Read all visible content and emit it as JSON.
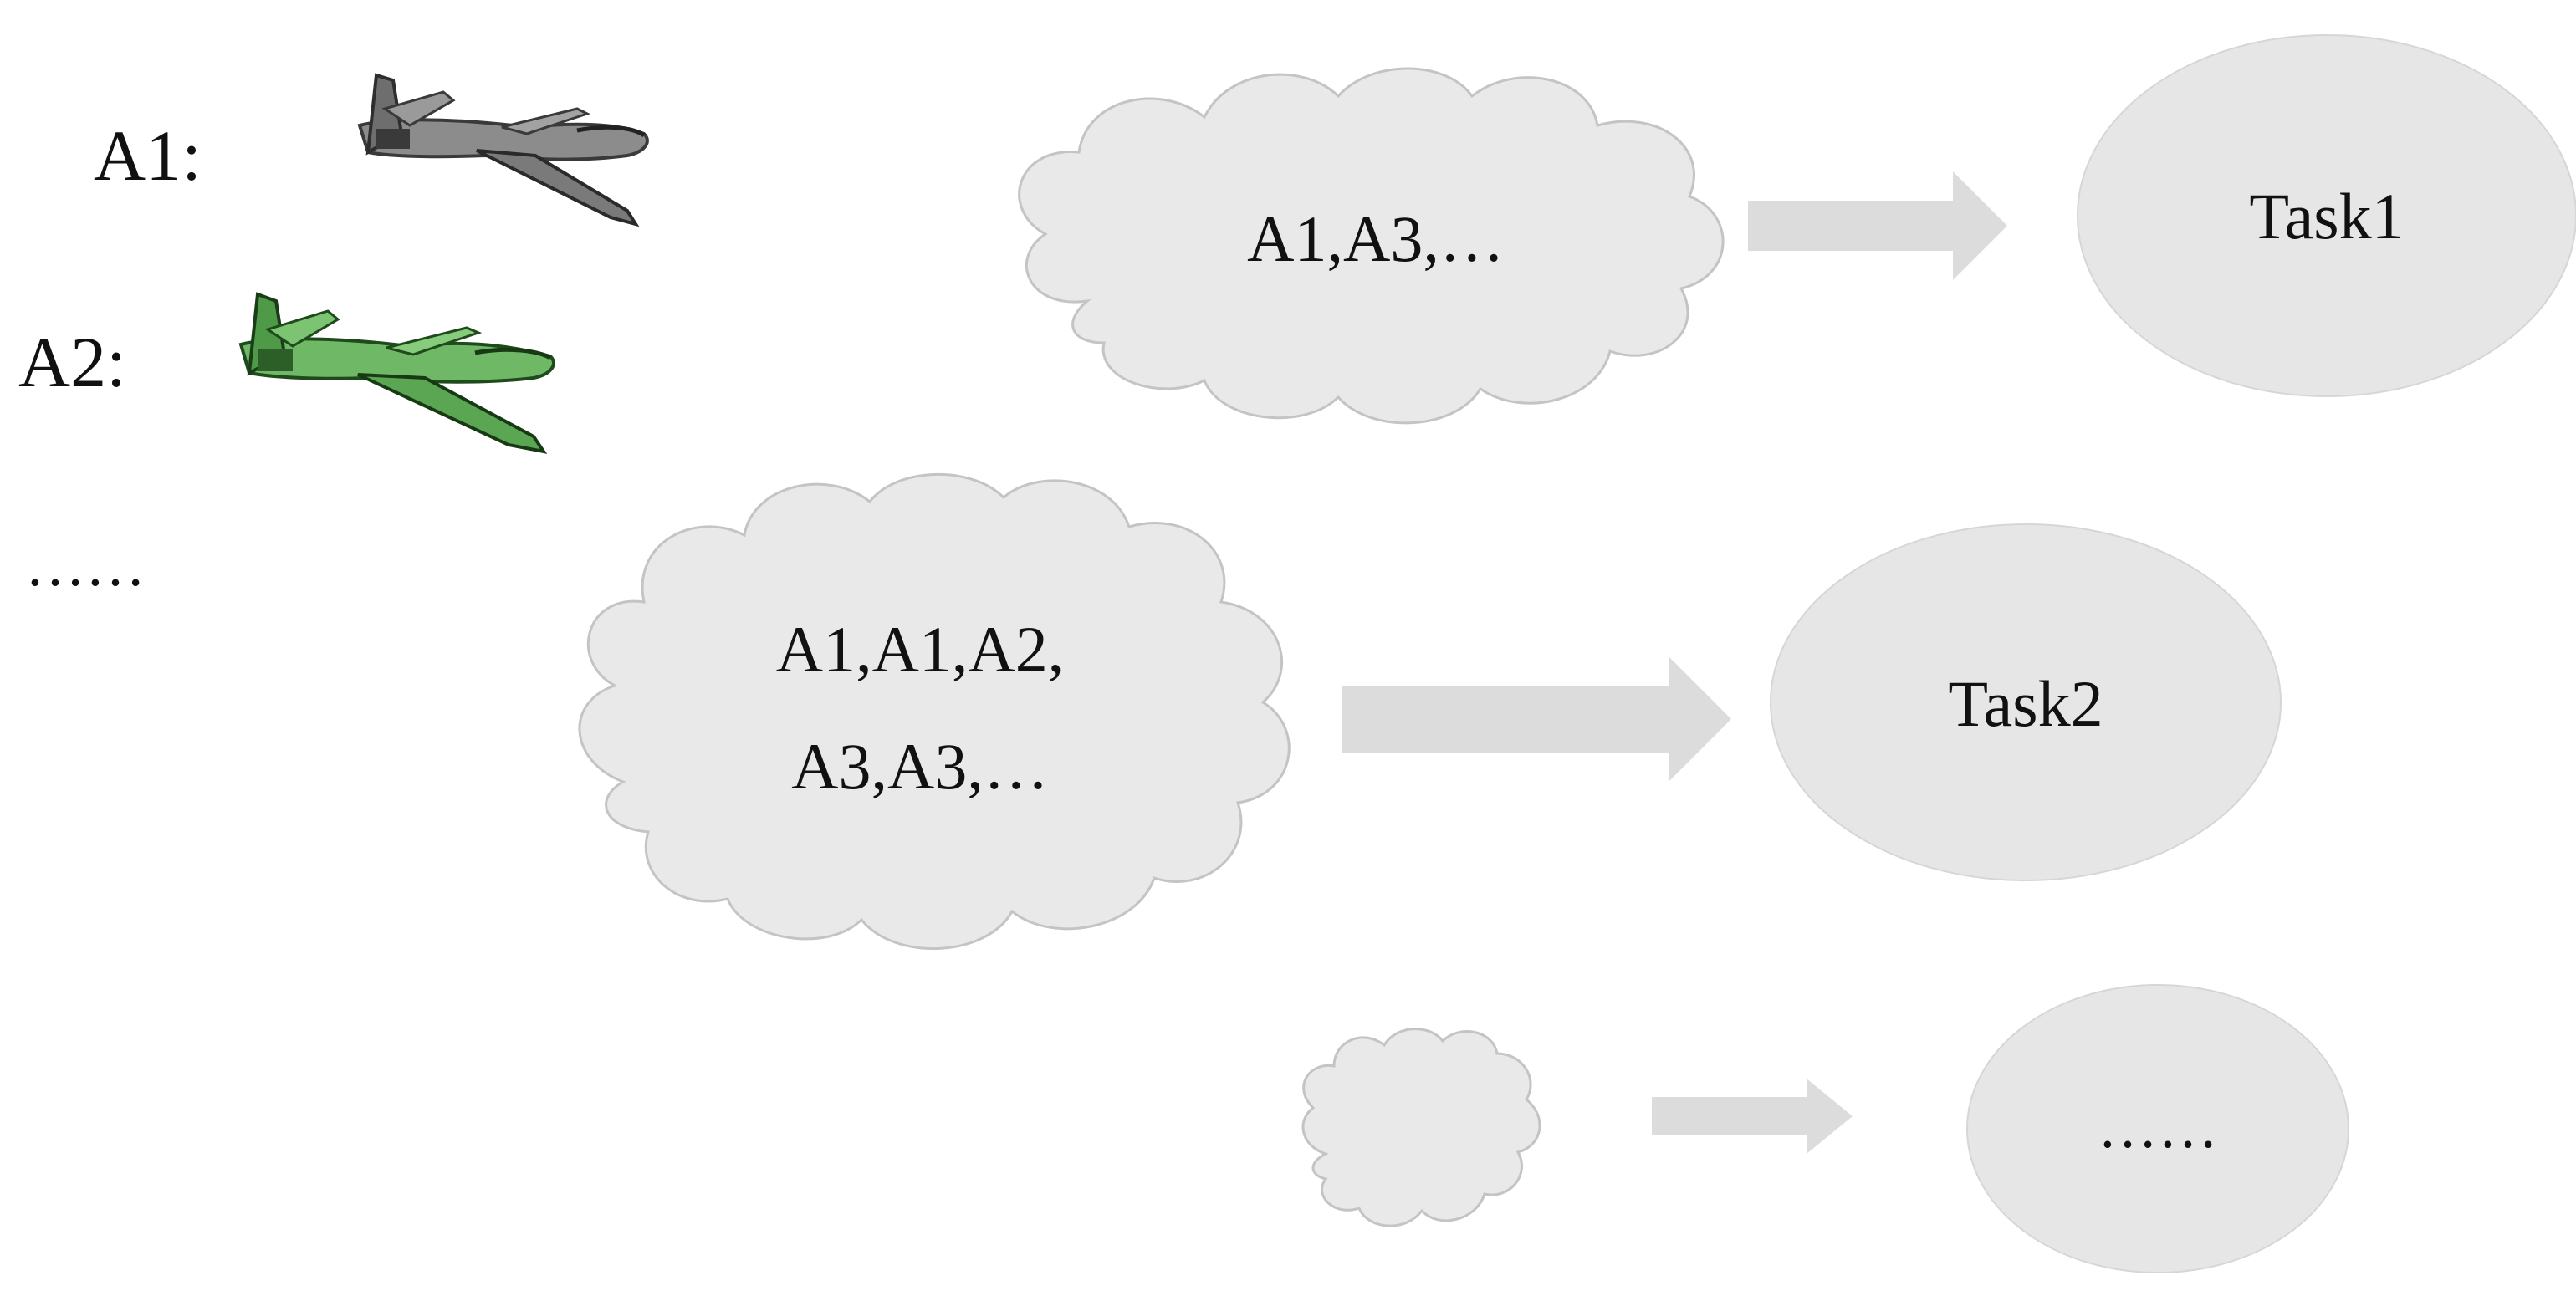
{
  "legend": {
    "agents": [
      {
        "label": "A1:",
        "icon": "uav-gray-icon",
        "color": "#8a8a8a"
      },
      {
        "label": "A2:",
        "icon": "uav-green-icon",
        "color": "#5fa85a"
      }
    ],
    "more": "……"
  },
  "assignments": [
    {
      "cloud_lines": [
        "A1,A3,…"
      ],
      "task": "Task1"
    },
    {
      "cloud_lines": [
        "A1,A1,A2,",
        "A3,A3,…"
      ],
      "task": "Task2"
    },
    {
      "cloud_lines": [],
      "task": "……"
    }
  ],
  "colors": {
    "cloud_fill": "#e9e9e9",
    "cloud_stroke": "#c4c4c4",
    "arrow": "#dcdcdc",
    "task_fill": "#e6e6e6"
  }
}
